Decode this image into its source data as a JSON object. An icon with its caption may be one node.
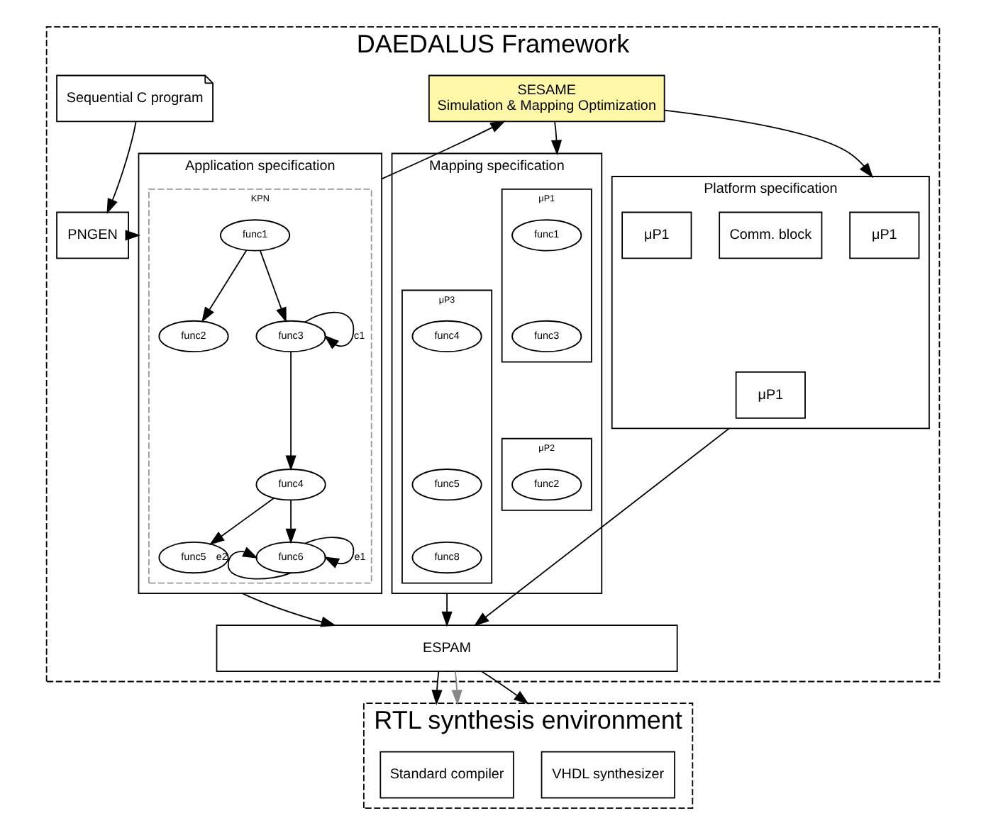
{
  "diagram": {
    "nodes": [
      {
        "text": [
          "DAEDALUS Framework"
        ]
      },
      {
        "text": [
          "SESAME",
          "Simulation & Mapping Optimization"
        ],
        "in": 0
      },
      {
        "text": [
          "Mapping specification"
        ],
        "in": 0
      },
      {
        "text": [
          "μP1"
        ],
        "in": 2
      },
      {
        "text": [
          "func1"
        ],
        "in": 3
      },
      {
        "text": [
          "func3"
        ],
        "in": 3
      },
      {
        "text": [
          "μP2"
        ],
        "in": 2
      },
      {
        "text": [
          "func2"
        ],
        "in": 6
      },
      {
        "text": [
          "μP3"
        ],
        "in": 2
      },
      {
        "text": [
          "func4"
        ],
        "in": 8
      },
      {
        "text": [
          "func5"
        ],
        "in": 8
      },
      {
        "text": [
          "func8"
        ],
        "in": 8
      },
      {
        "text": [
          "Platform specification"
        ],
        "in": 0
      },
      {
        "text": [
          "μP1"
        ],
        "in": 12
      },
      {
        "text": [
          "μP1"
        ],
        "in": 12
      },
      {
        "text": [
          "Comm. block"
        ],
        "in": 12
      },
      {
        "text": [
          "μP1"
        ],
        "in": 12
      },
      {
        "text": [
          "Application specification"
        ],
        "in": 0
      },
      {
        "text": [
          "KPN"
        ],
        "in": 17
      },
      {
        "text": [
          "func1"
        ],
        "in": 18
      },
      {
        "text": [
          "func2"
        ],
        "in": 18
      },
      {
        "text": [
          "func3"
        ],
        "in": 18
      },
      {
        "text": [
          "func4"
        ],
        "in": 18
      },
      {
        "text": [
          "func5"
        ],
        "in": 18
      },
      {
        "text": [
          "func6"
        ],
        "in": 18
      },
      {
        "text": [
          "Sequential C program"
        ],
        "in": 0
      },
      {
        "text": [
          "PNGEN"
        ],
        "in": 0
      },
      {
        "text": [
          "ESPAM"
        ],
        "in": 0
      },
      {
        "text": [
          "RTL synthesis environment"
        ]
      },
      {
        "text": [
          "Standard compiler"
        ],
        "in": 28
      },
      {
        "text": [
          "VHDL synthesizer"
        ],
        "in": 28
      }
    ],
    "edges": [
      {
        "from": 19,
        "to": 20,
        "arrow": "to"
      },
      {
        "from": 19,
        "to": 21,
        "arrow": "to"
      },
      {
        "from": 21,
        "to": 21,
        "arrow": "to",
        "label": "c1"
      },
      {
        "from": 21,
        "to": 22,
        "arrow": "to"
      },
      {
        "from": 22,
        "to": 23,
        "arrow": "to"
      },
      {
        "from": 22,
        "to": 24,
        "arrow": "to"
      },
      {
        "from": 24,
        "to": 24,
        "arrow": "to",
        "label": "e1"
      },
      {
        "from": 24,
        "to": 24,
        "arrow": "to",
        "label": "e2"
      },
      {
        "from": 25,
        "to": 26,
        "arrow": "to"
      },
      {
        "from": 26,
        "to": 17,
        "arrow": "to"
      },
      {
        "from": 17,
        "to": 1,
        "arrow": "to"
      },
      {
        "from": 1,
        "to": 2,
        "arrow": "to"
      },
      {
        "from": 1,
        "to": 12,
        "arrow": "to"
      },
      {
        "from": 2,
        "to": 27,
        "arrow": "to"
      },
      {
        "from": 12,
        "to": 27,
        "arrow": "to"
      },
      {
        "from": 17,
        "to": 27,
        "arrow": "to"
      },
      {
        "from": 27,
        "to": 28,
        "arrow": "to"
      },
      {
        "from": 27,
        "to": 28,
        "arrow": "to",
        "color": "#888888"
      },
      {
        "from": 27,
        "to": 28,
        "arrow": "to"
      }
    ]
  }
}
